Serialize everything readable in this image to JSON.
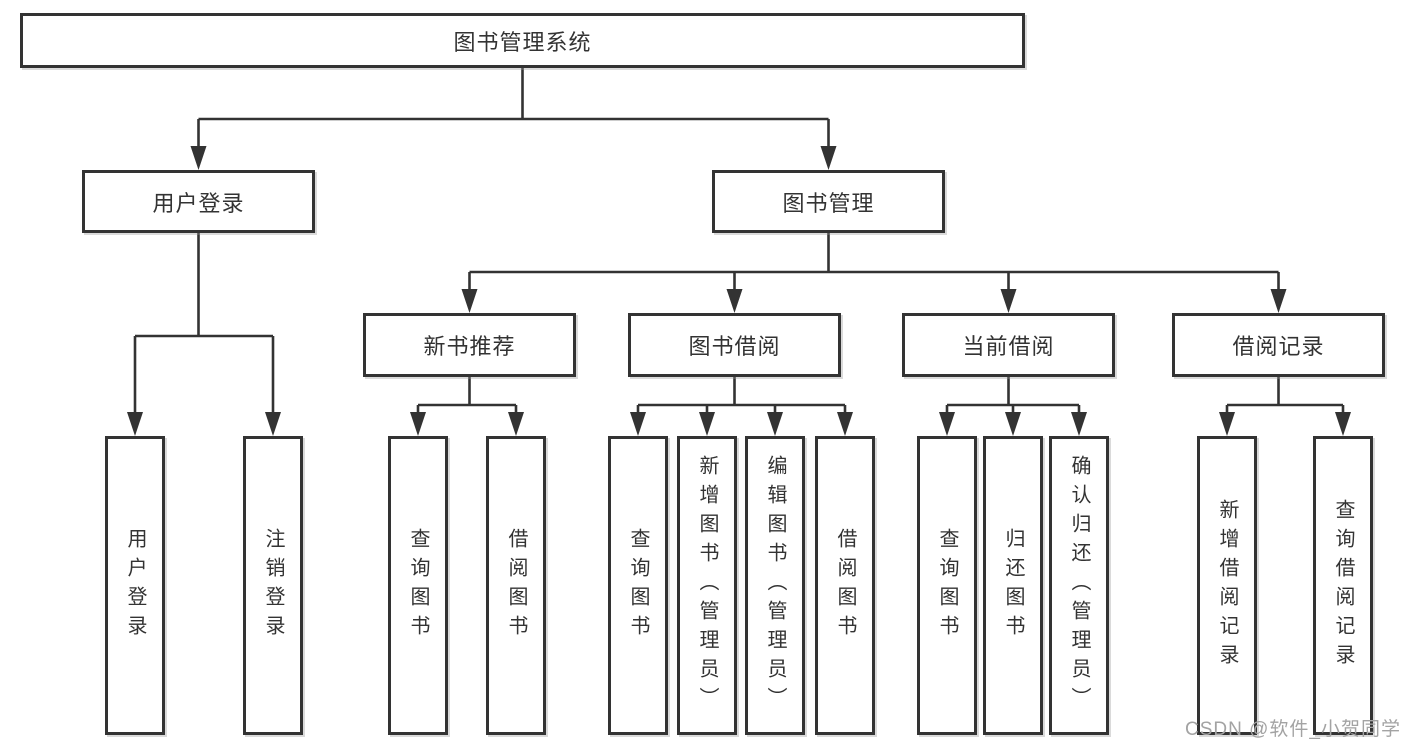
{
  "page": {
    "watermark": "CSDN @软件_小贺同学",
    "colors": {
      "background": "#ffffff",
      "line": "#333333",
      "box_border": "#333333",
      "box_fill": "#ffffff",
      "text": "#333333",
      "watermark": "#a3a3a3"
    }
  },
  "tree": {
    "label": "图书管理系统",
    "children": [
      {
        "label": "用户登录",
        "children": [
          {
            "label": "用户登录"
          },
          {
            "label": "注销登录"
          }
        ]
      },
      {
        "label": "图书管理",
        "children": [
          {
            "label": "新书推荐",
            "children": [
              {
                "label": "查询图书"
              },
              {
                "label": "借阅图书"
              }
            ]
          },
          {
            "label": "图书借阅",
            "children": [
              {
                "label": "查询图书"
              },
              {
                "label": "新增图书（管理员）"
              },
              {
                "label": "编辑图书（管理员）"
              },
              {
                "label": "借阅图书"
              }
            ]
          },
          {
            "label": "当前借阅",
            "children": [
              {
                "label": "查询图书"
              },
              {
                "label": "归还图书"
              },
              {
                "label": "确认归还（管理员）"
              }
            ]
          },
          {
            "label": "借阅记录",
            "children": [
              {
                "label": "新增借阅记录"
              },
              {
                "label": "查询借阅记录"
              }
            ]
          }
        ]
      }
    ]
  }
}
